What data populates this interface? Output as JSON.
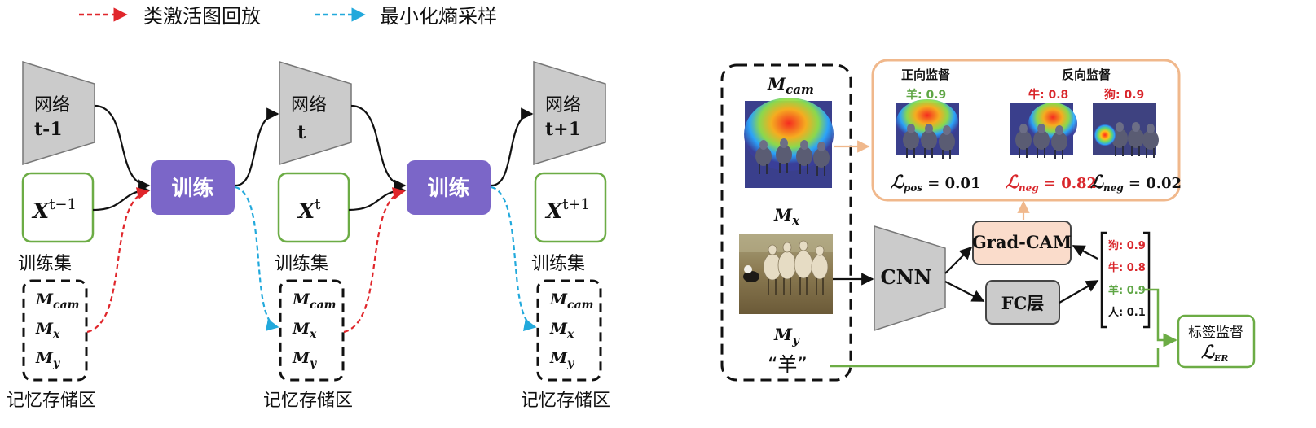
{
  "legend": {
    "replay": {
      "label": "类激活图回放",
      "color": "#e0262b"
    },
    "entropy": {
      "label": "最小化熵采样",
      "color": "#22a9dc"
    }
  },
  "colors": {
    "train_fill": "#7b66c8",
    "network_fill": "#cbcbcb",
    "dataset_border": "#6cac45",
    "supervision_border": "#f0b88c",
    "gradcam_fill": "#fadccb",
    "label_sup_border": "#6cac45",
    "red_text": "#d9262b",
    "green_text": "#5fa646"
  },
  "left": {
    "networks": [
      {
        "l1": "网络",
        "l2": "t-1"
      },
      {
        "l1": "网络",
        "l2": "t"
      },
      {
        "l1": "网络",
        "l2": "t+1"
      }
    ],
    "train_label": "训练",
    "datasets": [
      {
        "base": "X",
        "sup": "t−1"
      },
      {
        "base": "X",
        "sup": "t"
      },
      {
        "base": "X",
        "sup": "t+1"
      }
    ],
    "dataset_caption": "训练集",
    "memory_items": [
      {
        "base": "M",
        "sub": "cam"
      },
      {
        "base": "M",
        "sub": "x"
      },
      {
        "base": "M",
        "sub": "y"
      }
    ],
    "memory_caption": "记忆存储区"
  },
  "right": {
    "memory": {
      "mcam": {
        "base": "M",
        "sub": "cam"
      },
      "mx": {
        "base": "M",
        "sub": "x"
      },
      "my": {
        "base": "M",
        "sub": "y"
      },
      "label_text": "“羊”",
      "heatmap_icon": "sheep-heatmap-image",
      "photo_icon": "sheep-photo-image"
    },
    "supervision": {
      "pos_title": "正向监督",
      "neg_title": "反向监督",
      "pos_label": {
        "name": "羊",
        "score": ": 0.9"
      },
      "neg_labels": [
        {
          "name": "牛",
          "score": ": 0.8"
        },
        {
          "name": "狗",
          "score": ": 0.9"
        }
      ],
      "loss_pos": {
        "sub": "pos",
        "value": " = 0.01"
      },
      "loss_neg1": {
        "sub": "neg",
        "value": " = 0.82"
      },
      "loss_neg2": {
        "sub": "neg",
        "value": " = 0.02"
      }
    },
    "cnn_label": "CNN",
    "gradcam_label": "Grad-CAM",
    "fc_label": "FC层",
    "predictions": [
      {
        "name": "狗",
        "score": ": 0.9",
        "color": "red"
      },
      {
        "name": "牛",
        "score": ": 0.8",
        "color": "red"
      },
      {
        "name": "羊",
        "score": ": 0.9",
        "color": "green"
      },
      {
        "name": "人",
        "score": ": 0.1",
        "color": "black"
      }
    ],
    "label_sup": {
      "title": "标签监督",
      "loss_sub": "ER"
    }
  }
}
